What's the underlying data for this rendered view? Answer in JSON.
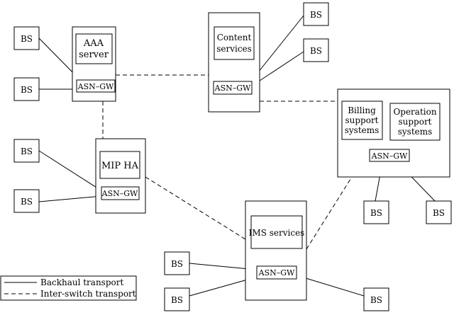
{
  "bs_label": "BS",
  "asn_gw_label": "ASN–GW",
  "aaa": {
    "line1": "AAA",
    "line2": "server"
  },
  "content": {
    "line1": "Content",
    "line2": "services"
  },
  "billing": {
    "line1": "Billing",
    "line2": "support",
    "line3": "systems"
  },
  "operation": {
    "line1": "Operation",
    "line2": "support",
    "line3": "systems"
  },
  "mip": {
    "label": "MIP HA"
  },
  "ims": {
    "label": "IMS services"
  },
  "legend": {
    "backhaul": "Backhaul transport",
    "interswitch": "Inter-switch transport"
  }
}
